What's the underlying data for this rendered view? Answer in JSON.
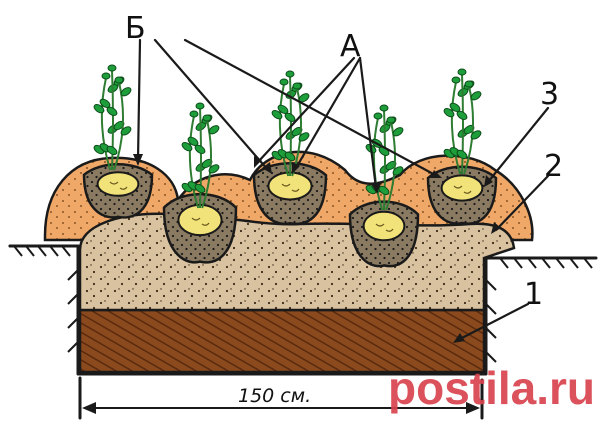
{
  "labels": {
    "a": "А",
    "b": "Б",
    "one": "1",
    "two": "2",
    "three": "3"
  },
  "dimension": "150 см.",
  "watermark": "postila.ru",
  "colors": {
    "dark_layer": "#8b4a1e",
    "dark_layer_stripe": "#5a2a0e",
    "soil": "#d9c2a0",
    "mound": "#f0a868",
    "hole": "#8a7a62",
    "tuber": "#f2e27a",
    "leaf": "#1e9e3a",
    "stem": "#2e7d32",
    "watermark": "#d8434f"
  },
  "icons": [
    "potato-plant-icon",
    "potato-tuber-icon"
  ]
}
